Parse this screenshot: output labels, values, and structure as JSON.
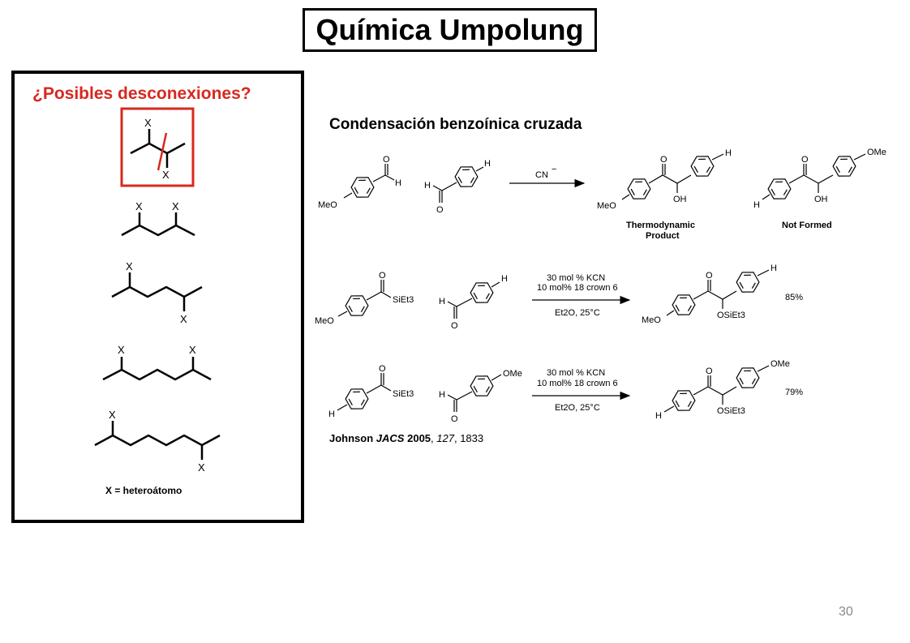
{
  "title": "Química Umpolung",
  "left_panel": {
    "heading": "¿Posibles desconexiones?",
    "atom_label": "X",
    "footnote": "X = heteroátomo"
  },
  "right_panel": {
    "title": "Condensación benzoínica cruzada",
    "row1": {
      "reagent_label": "CN",
      "reagent_charge": "−",
      "product1_caption_line1": "Thermodynamic",
      "product1_caption_line2": "Product",
      "product2_caption": "Not Formed"
    },
    "row2": {
      "conditions_line1": "30 mol % KCN",
      "conditions_line2": "10 mol% 18 crown 6",
      "conditions_line3": "Et2O, 25°C",
      "yield": "85%"
    },
    "row3": {
      "conditions_line1": "30 mol % KCN",
      "conditions_line2": "10 mol% 18 crown 6",
      "conditions_line3": "Et2O, 25°C",
      "yield": "79%"
    },
    "reference": {
      "author": "Johnson",
      "journal": "JACS",
      "year": "2005",
      "volume": "127",
      "pages": "1833"
    }
  },
  "labels": {
    "meo": "MeO",
    "ome": "OMe",
    "h": "H",
    "o": "O",
    "oh": "OH",
    "osiet3": "OSiEt3",
    "siet3": "SiEt3"
  },
  "colors": {
    "accent_red": "#d8281f"
  },
  "page_number": "30"
}
